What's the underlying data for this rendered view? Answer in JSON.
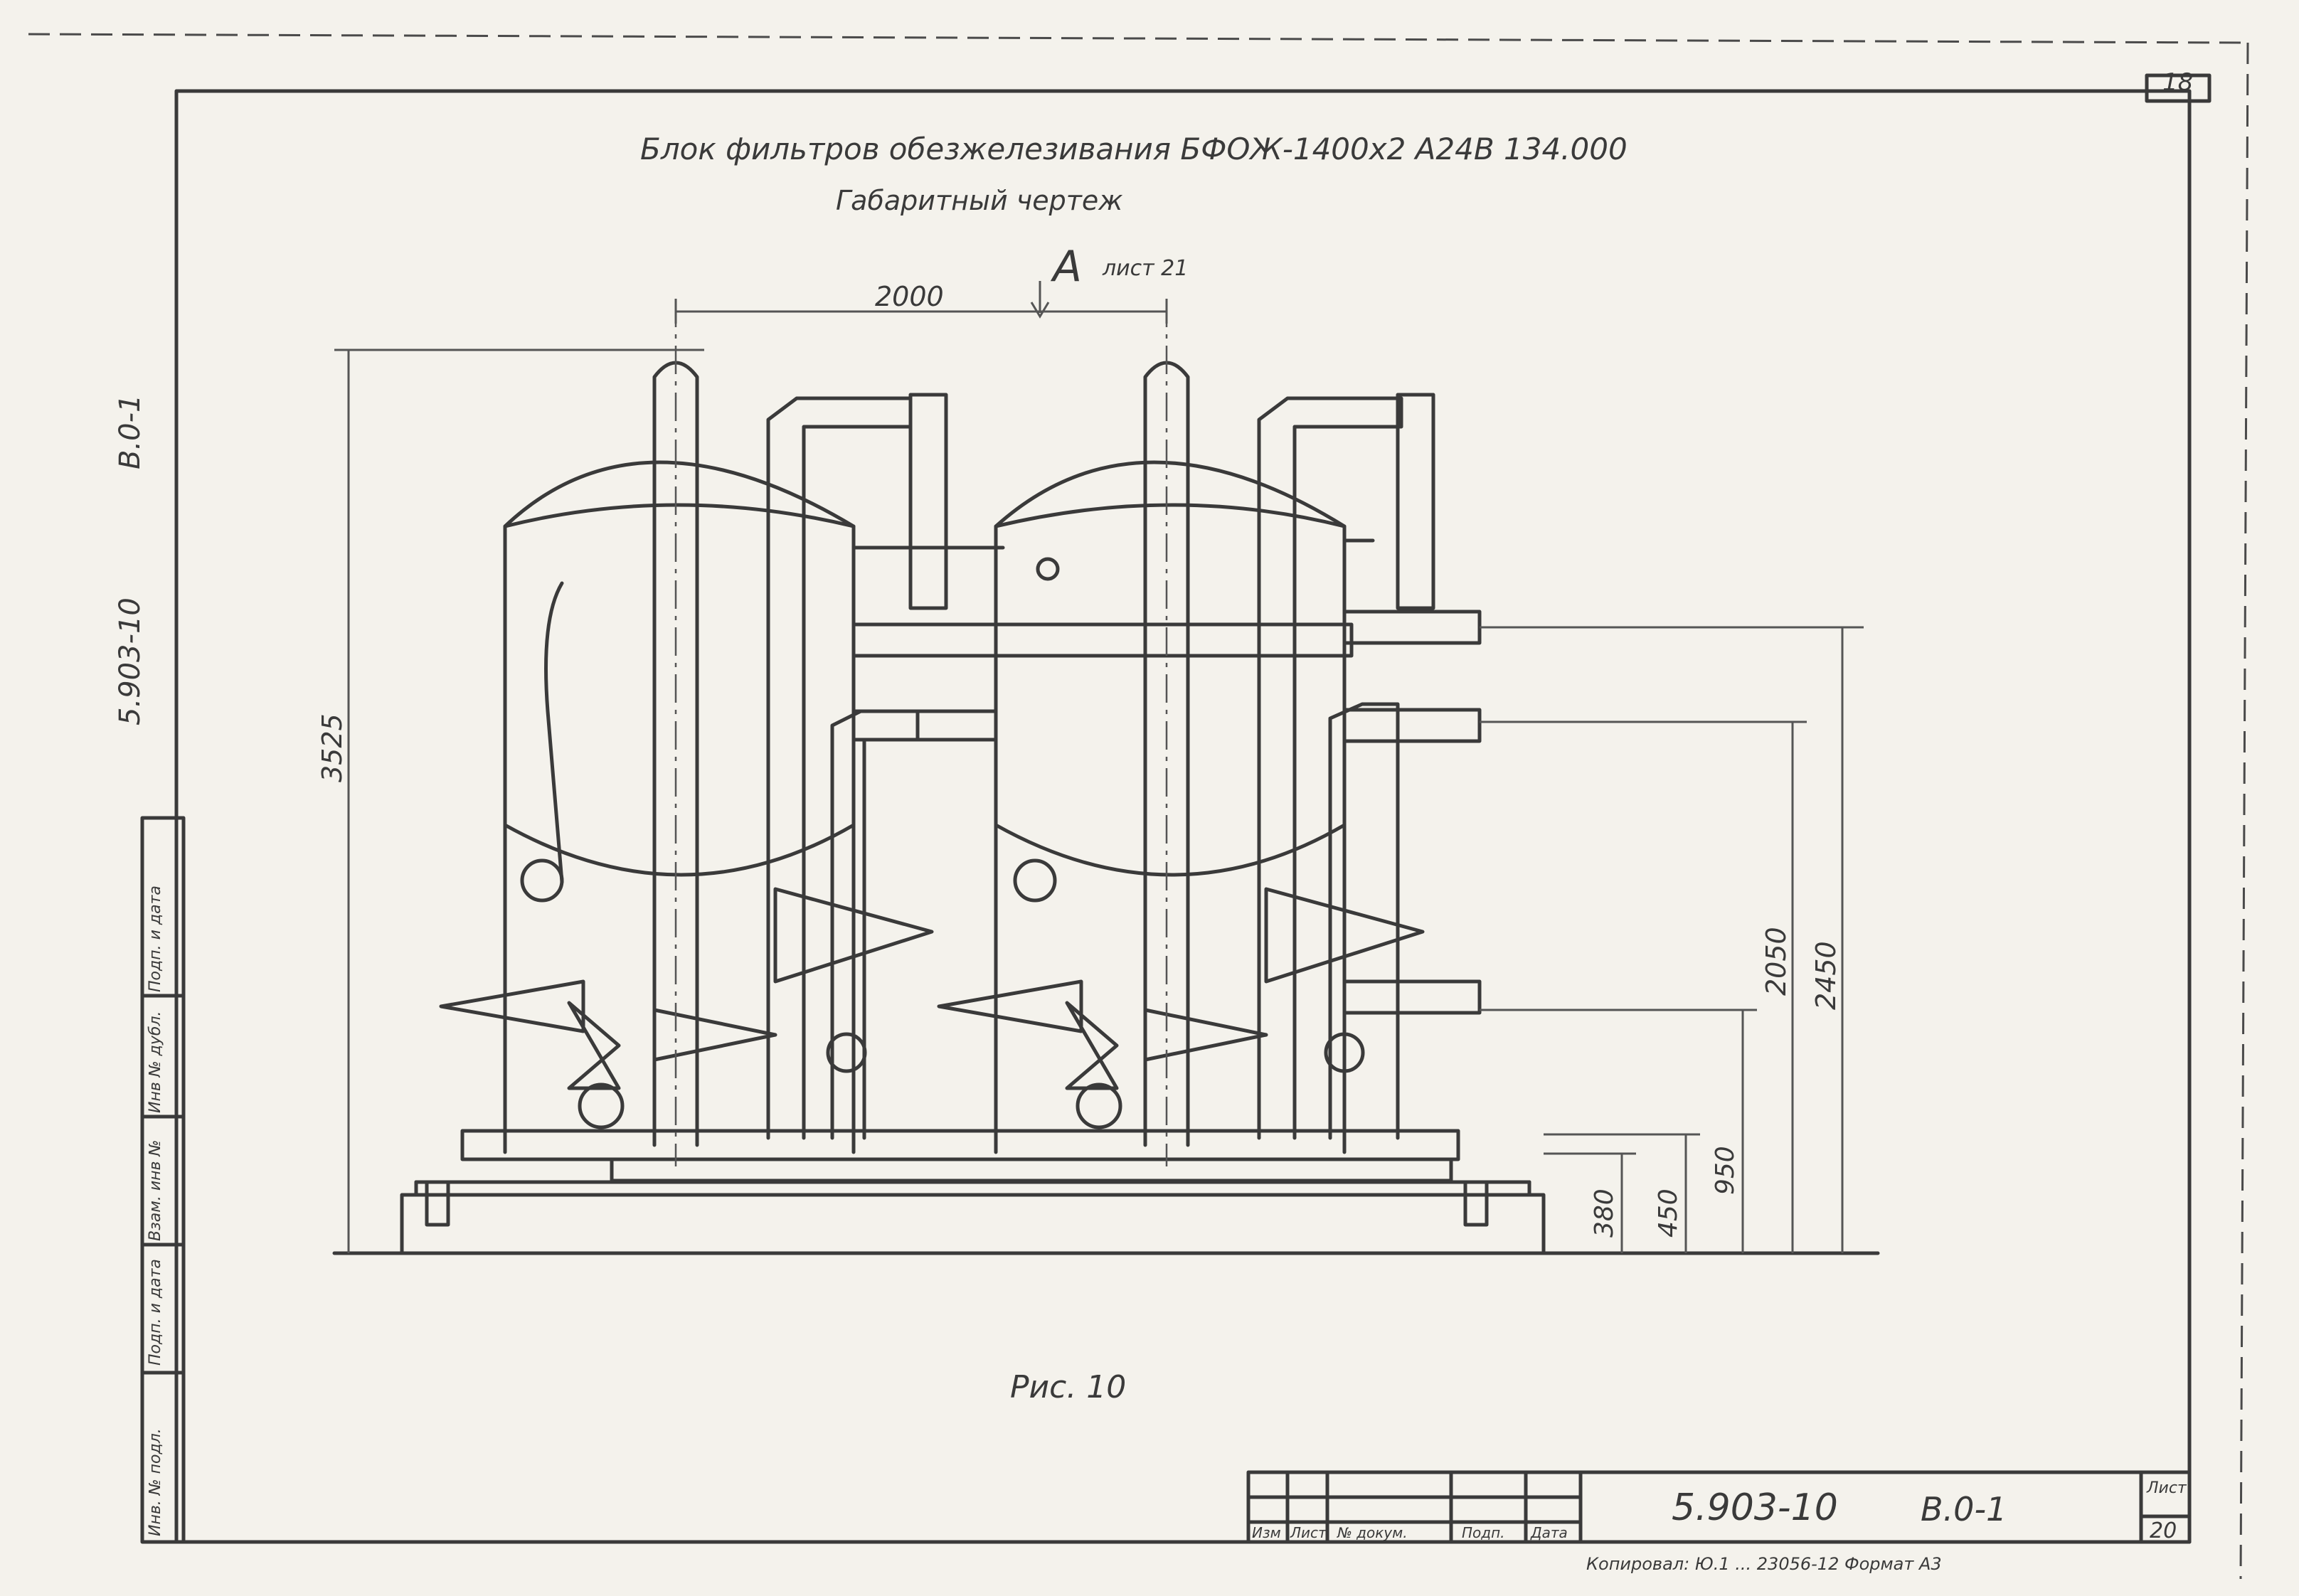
{
  "drawing": {
    "sheet_corner": "18",
    "title_line_1": "Блок фильтров обезжелезивания БФОЖ-1400х2 А24В 134.000",
    "title_line_2": "Габаритный чертеж",
    "view_marker": "А",
    "view_sheet_ref": "лист 21",
    "figure_caption": "Рис. 10",
    "side_code_1": "5.903-10",
    "side_code_2": "В.0-1",
    "dimensions": {
      "width": "2000",
      "height_total": "3525",
      "h_2450": "2450",
      "h_2050": "2050",
      "h_950": "950",
      "h_450": "450",
      "h_380": "380"
    },
    "left_stamp": [
      "Инв. № подл.",
      "Подп. и дата",
      "Взам. инв №",
      "Инв № дубл.",
      "Подп. и дата"
    ],
    "title_block": {
      "headers": [
        "Изм",
        "Лист",
        "№ докум.",
        "Подп.",
        "Дата"
      ],
      "doc_number": "5.903-10",
      "doc_suffix": "В.0-1",
      "sheet_label": "Лист",
      "sheet_number": "20",
      "footer": "Копировал: Ю.1 ... 23056-12 Формат А3"
    },
    "colors": {
      "ink": "#3a3a3a",
      "paper": "#f4f2ec"
    }
  }
}
